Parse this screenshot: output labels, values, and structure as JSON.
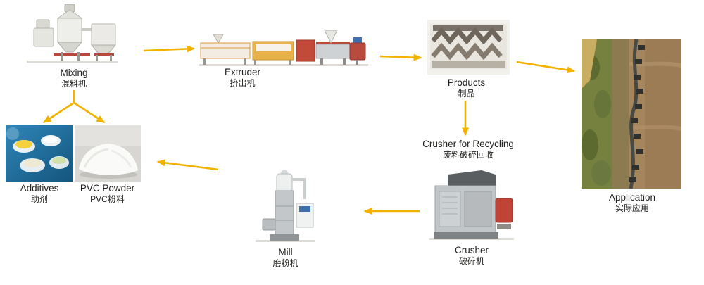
{
  "colors": {
    "arrow": "#f2b200",
    "text": "#1f1f1d"
  },
  "nodes": {
    "mixing": {
      "en": "Mixing",
      "cn": "混料机"
    },
    "extruder": {
      "en": "Extruder",
      "cn": "挤出机"
    },
    "products": {
      "en": "Products",
      "cn": "制品"
    },
    "application": {
      "en": "Application",
      "cn": "实际应用"
    },
    "additives": {
      "en": "Additives",
      "cn": "助剂"
    },
    "pvc_powder": {
      "en": "PVC Powder",
      "cn": "PVC粉料"
    },
    "crusher_recycling": {
      "en": "Crusher for Recycling",
      "cn": "废料破碎回收"
    },
    "mill": {
      "en": "Mill",
      "cn": "磨粉机"
    },
    "crusher": {
      "en": "Crusher",
      "cn": "破碎机"
    }
  }
}
